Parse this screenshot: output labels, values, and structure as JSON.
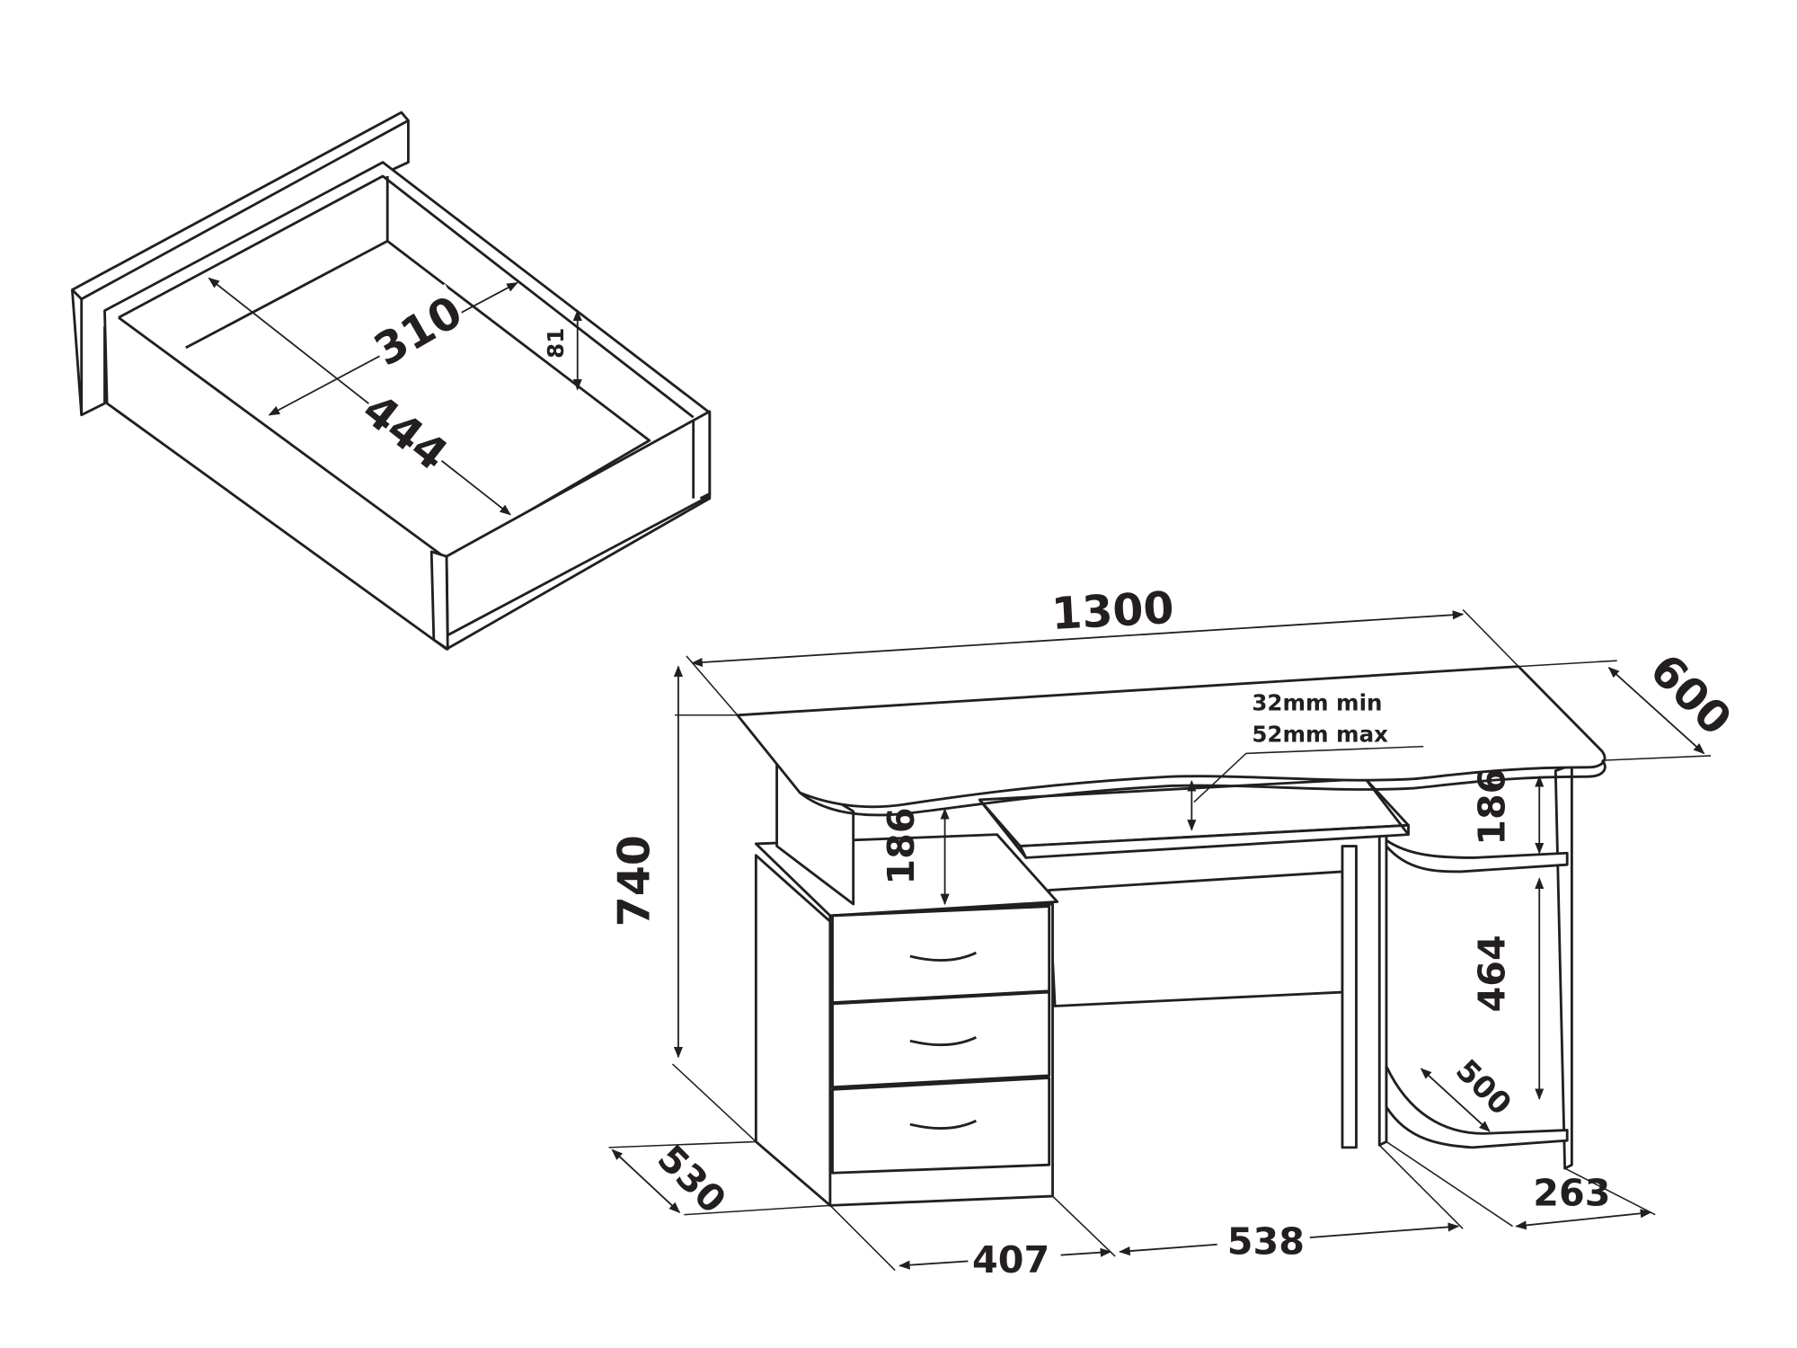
{
  "drawer": {
    "inner_width": "310",
    "inner_depth": "444",
    "inner_height": "81"
  },
  "desk": {
    "width": "1300",
    "depth": "600",
    "height": "740",
    "keyboard_gap_min": "32mm min",
    "keyboard_gap_max": "52mm max",
    "left_shelf_height": "186",
    "right_shelf_height": "186",
    "right_lower_height": "464",
    "right_shelf_depth": "500",
    "pedestal_depth": "530",
    "pedestal_width": "407",
    "knee_width": "538",
    "right_section_width": "263"
  }
}
